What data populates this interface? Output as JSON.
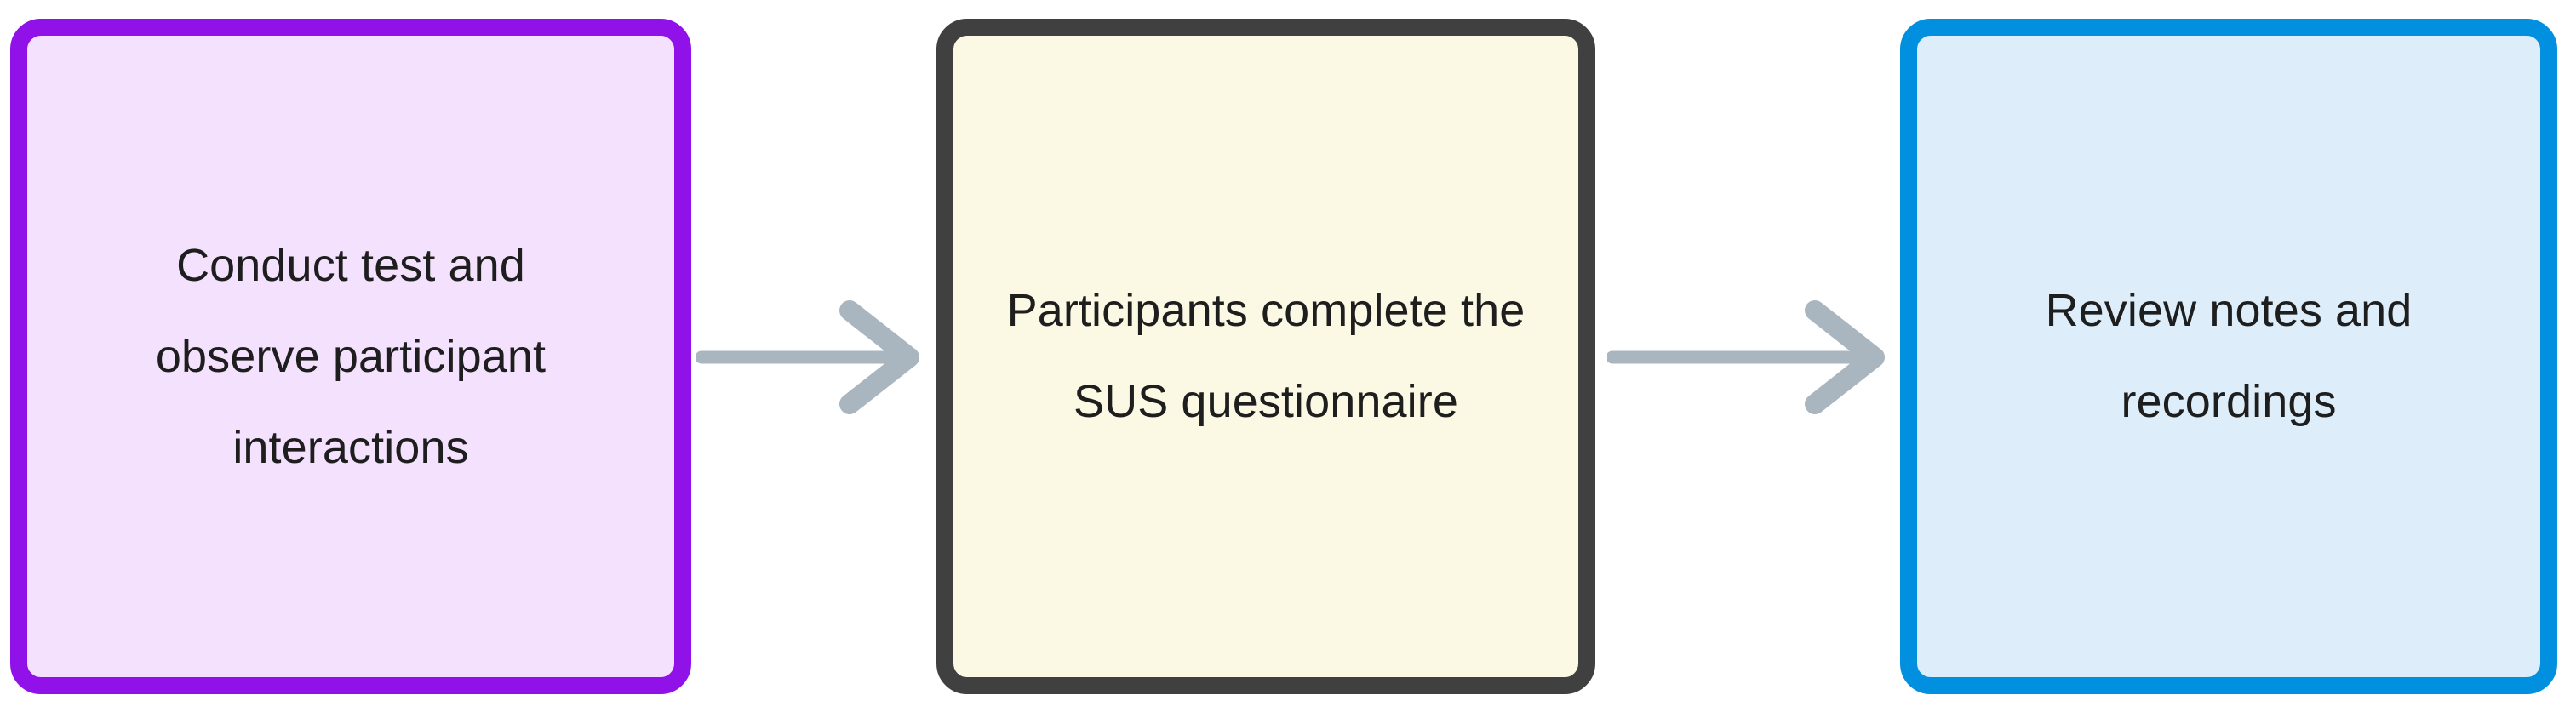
{
  "diagram": {
    "type": "flowchart",
    "orientation": "left-to-right",
    "background_color": "#ffffff",
    "nodes": [
      {
        "id": "conduct-test",
        "label": "Conduct test and observe participant interactions",
        "lines": [
          "Conduct test",
          "and observe",
          "participant",
          "interactions"
        ],
        "border_color": "#9012e8",
        "fill_color": "#f4e1fd",
        "text_color": "#1e1e1e",
        "shape": "rounded-rectangle",
        "order": 1
      },
      {
        "id": "sus-questionnaire",
        "label": "Participants complete the SUS questionnaire",
        "lines": [
          "Participants",
          "complete the SUS",
          "questionnaire"
        ],
        "border_color": "#404040",
        "fill_color": "#fbf8e4",
        "text_color": "#1e1e1e",
        "shape": "rounded-rectangle",
        "order": 2
      },
      {
        "id": "review-notes",
        "label": "Review notes and recordings",
        "lines": [
          "Review notes and",
          "recordings"
        ],
        "border_color": "#0190df",
        "fill_color": "#ddeefa",
        "text_color": "#1e1e1e",
        "shape": "rounded-rectangle",
        "order": 3
      }
    ],
    "edges": [
      {
        "id": "edge-1",
        "from": "conduct-test",
        "to": "sus-questionnaire",
        "label": "",
        "color": "#a9b6c0",
        "style": "solid-arrow"
      },
      {
        "id": "edge-2",
        "from": "sus-questionnaire",
        "to": "review-notes",
        "label": "",
        "color": "#a9b6c0",
        "style": "solid-arrow"
      }
    ]
  }
}
